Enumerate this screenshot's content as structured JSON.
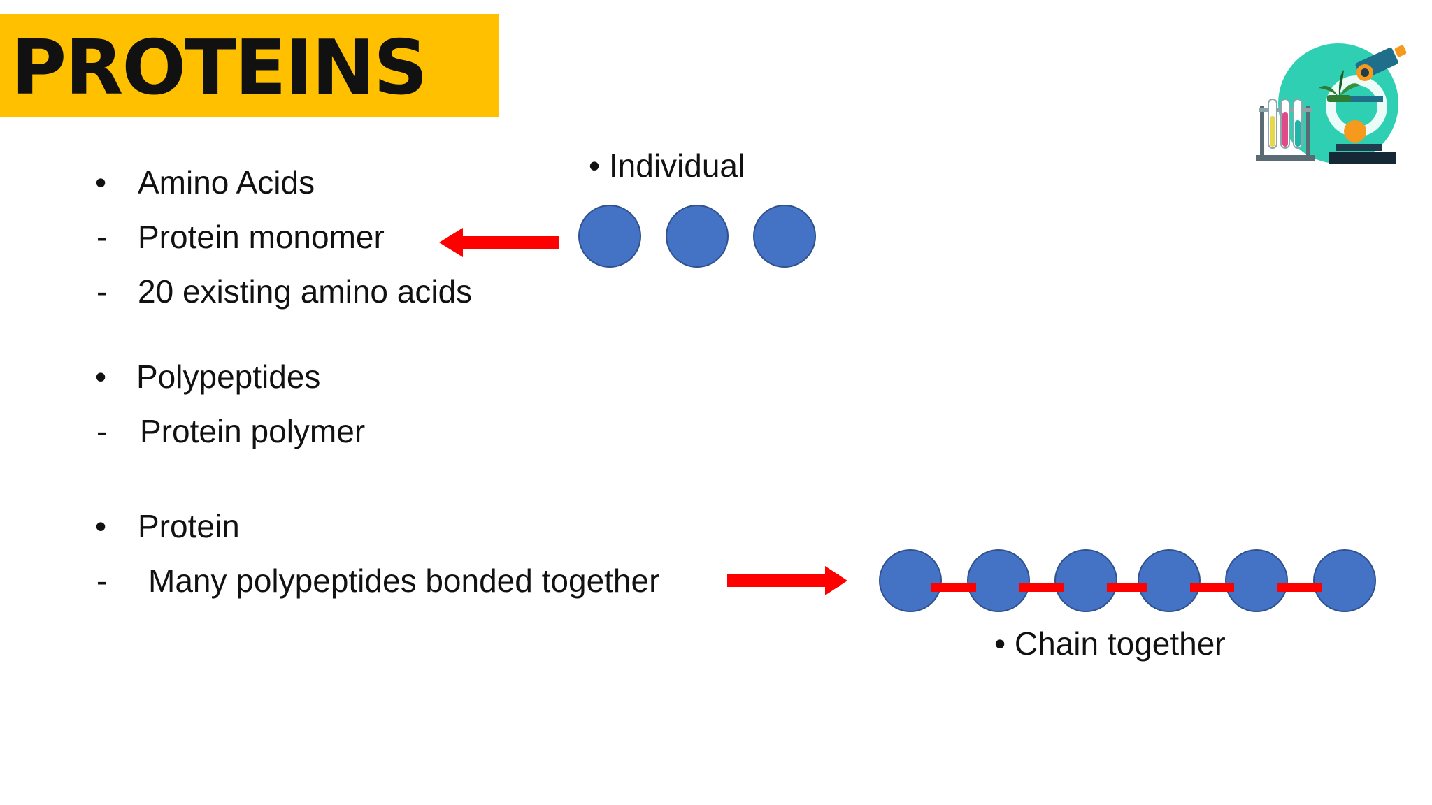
{
  "slide": {
    "title": "PROTEINS",
    "colors": {
      "banner": "#FFC000",
      "circle": "#4472C4",
      "circle_stroke": "#2F528F",
      "arrow": "#FF0000",
      "bond": "#FF0000",
      "text": "#111111"
    }
  },
  "sections": [
    {
      "heading_marker": "•",
      "heading": "Amino Acids",
      "items": [
        {
          "marker": "-",
          "text": "Protein monomer"
        },
        {
          "marker": "-",
          "text": "20 existing amino acids"
        }
      ]
    },
    {
      "heading_marker": "•",
      "heading": "Polypeptides",
      "items": [
        {
          "marker": "-",
          "text": "Protein polymer"
        }
      ]
    },
    {
      "heading_marker": "•",
      "heading": "Protein",
      "items": [
        {
          "marker": "-",
          "text": "Many polypeptides bonded together"
        }
      ]
    }
  ],
  "diagram": {
    "individual_label": "• Individual",
    "individual_count": 3,
    "chain_label": "• Chain together",
    "chain_count": 6,
    "bond_count": 5,
    "arrow_top_direction": "left",
    "arrow_bottom_direction": "right"
  },
  "icons": {
    "logo": "microscope-lab-icon"
  }
}
